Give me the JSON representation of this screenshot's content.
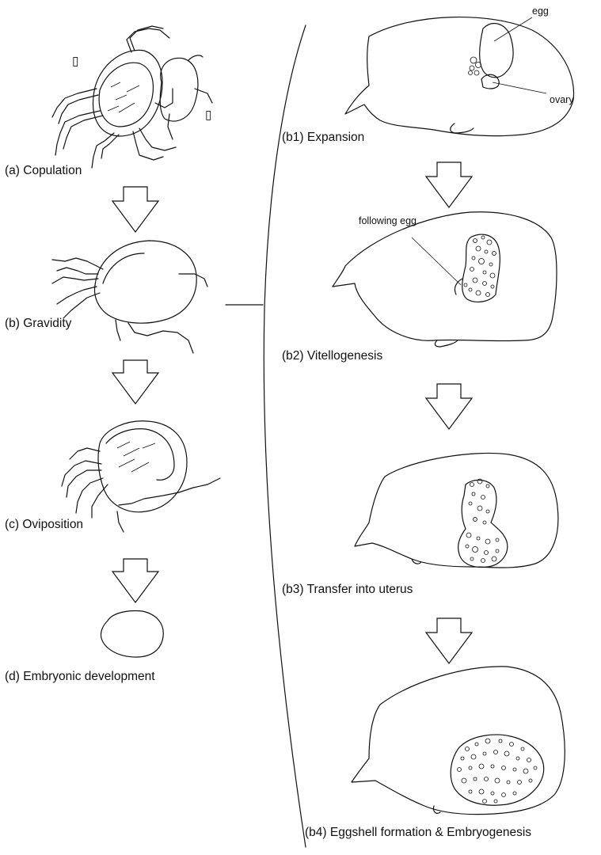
{
  "left_column": {
    "copulation": {
      "label": "(a) Copulation",
      "markers": [
        "▯",
        "▯"
      ]
    },
    "gravidity": {
      "label": "(b) Gravidity"
    },
    "oviposition": {
      "label": "(c) Oviposition"
    },
    "embryonic": {
      "label": "(d) Embryonic development"
    }
  },
  "right_column": {
    "expansion": {
      "label": "(b1) Expansion",
      "callout_egg": "egg",
      "callout_ovary": "ovary"
    },
    "vitellogenesis": {
      "label": "(b2) Vitellogenesis",
      "callout_following": "following egg"
    },
    "transfer": {
      "label": "(b3) Transfer into uterus"
    },
    "eggshell": {
      "label": "(b4) Eggshell formation & Embryogenesis"
    }
  }
}
